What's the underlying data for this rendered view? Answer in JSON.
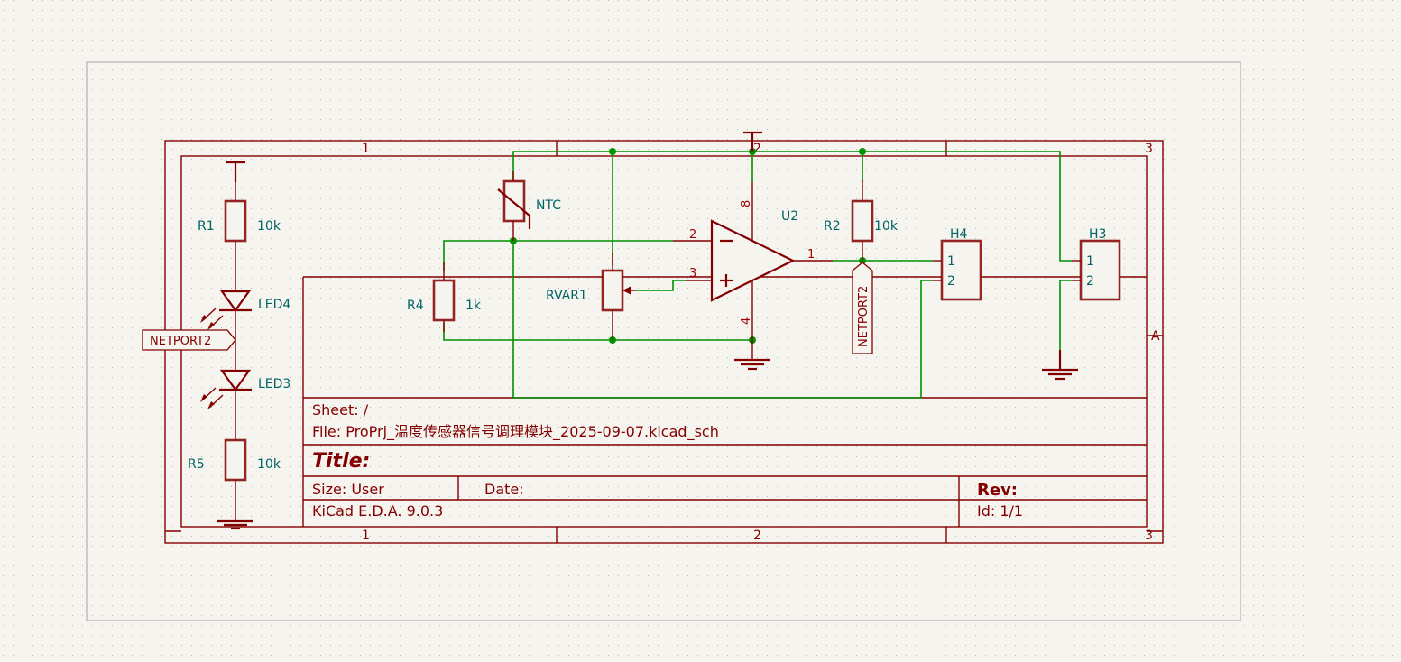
{
  "app": "KiCad Schematic Editor",
  "colors": {
    "background": "#f5f4ef",
    "component": "#840000",
    "wire": "#008f00",
    "junction": "#009500",
    "reference_text": "#006464",
    "page_border": "#b0b0b0"
  },
  "border": {
    "columns": [
      "1",
      "2",
      "3"
    ],
    "rows": [
      "A"
    ]
  },
  "components": {
    "R1": {
      "ref": "R1",
      "value": "10k"
    },
    "R2": {
      "ref": "R2",
      "value": "10k"
    },
    "R4": {
      "ref": "R4",
      "value": "1k"
    },
    "R5": {
      "ref": "R5",
      "value": "10k"
    },
    "LED4": {
      "ref": "LED4"
    },
    "LED3": {
      "ref": "LED3"
    },
    "NTC": {
      "ref": "NTC"
    },
    "RVAR1": {
      "ref": "RVAR1"
    },
    "U2": {
      "ref": "U2",
      "pins": {
        "inv": "2",
        "noninv": "3",
        "out": "1",
        "vplus": "8",
        "vminus": "4"
      }
    },
    "H4": {
      "ref": "H4",
      "pins": [
        "1",
        "2"
      ]
    },
    "H3": {
      "ref": "H3",
      "pins": [
        "1",
        "2"
      ]
    }
  },
  "labels": {
    "netport_left": "NETPORT2",
    "netport_right": "NETPORT2"
  },
  "title_block": {
    "sheet": "Sheet: /",
    "file": "File: ProPrj_温度传感器信号调理模块_2025-09-07.kicad_sch",
    "title": "Title:",
    "size": "Size: User",
    "date": "Date:",
    "rev": "Rev:",
    "tool": "KiCad E.D.A. 9.0.3",
    "id": "Id: 1/1"
  }
}
